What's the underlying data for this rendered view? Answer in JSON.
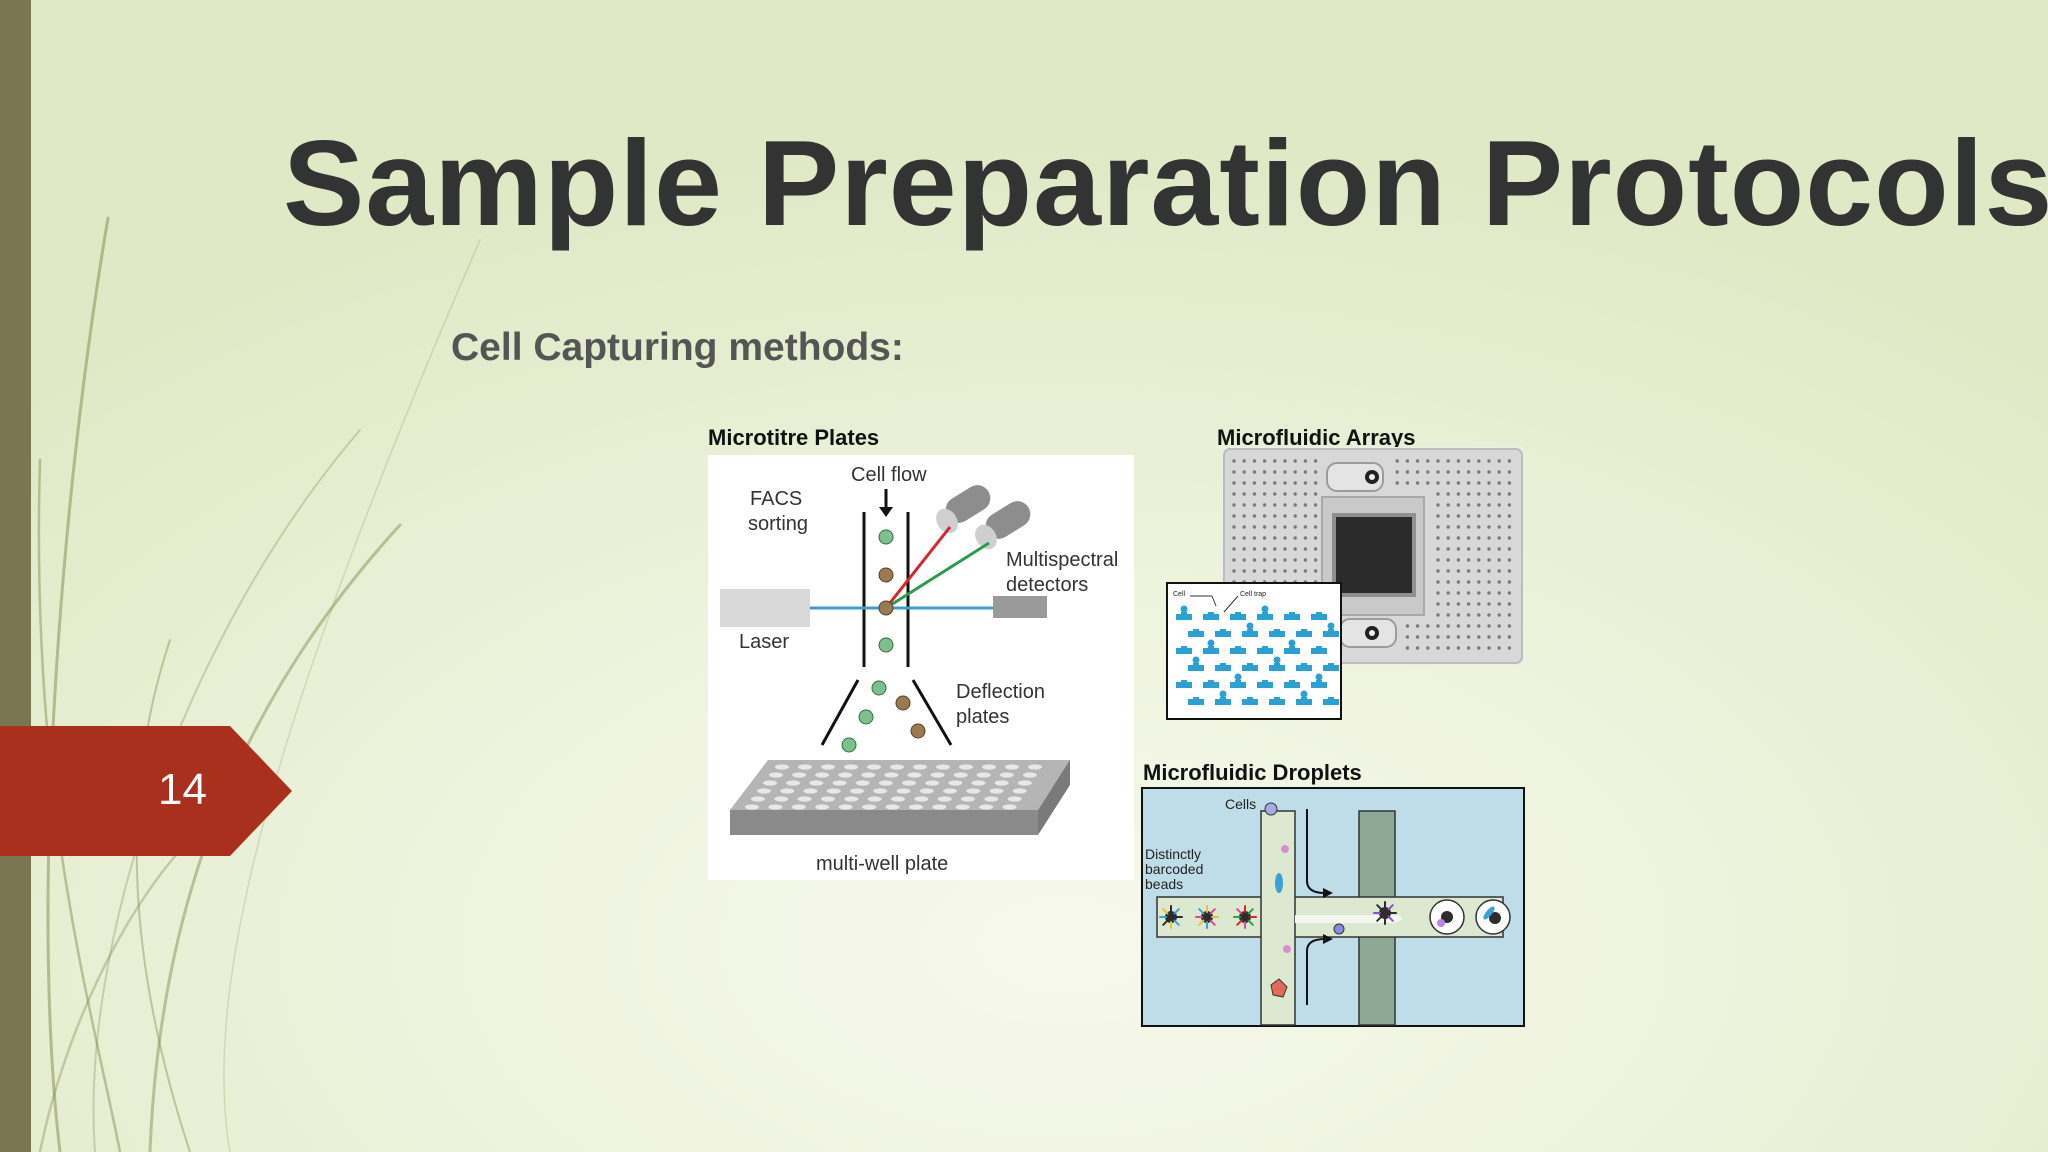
{
  "slide": {
    "title": "Sample Preparation Protocols",
    "subtitle": "Cell Capturing methods:",
    "page_number": "14",
    "colors": {
      "left_bar": "#7a7652",
      "tag": "#a8301c",
      "title": "#333333"
    }
  },
  "figures": {
    "microtitre": {
      "label": "Microtitre Plates",
      "facs": "FACS",
      "sorting": "sorting",
      "cell_flow": "Cell flow",
      "laser": "Laser",
      "multispectral": "Multispectral",
      "detectors": "detectors",
      "deflection": "Deflection",
      "plates": "plates",
      "plate_label": "multi-well plate"
    },
    "arrays": {
      "label": "Microfluidic Arrays",
      "inset_cell": "Cell",
      "inset_trap": "Cell trap"
    },
    "droplets": {
      "label": "Microfluidic Droplets",
      "cells": "Cells",
      "beads_1": "Distinctly",
      "beads_2": "barcoded",
      "beads_3": "beads"
    }
  }
}
